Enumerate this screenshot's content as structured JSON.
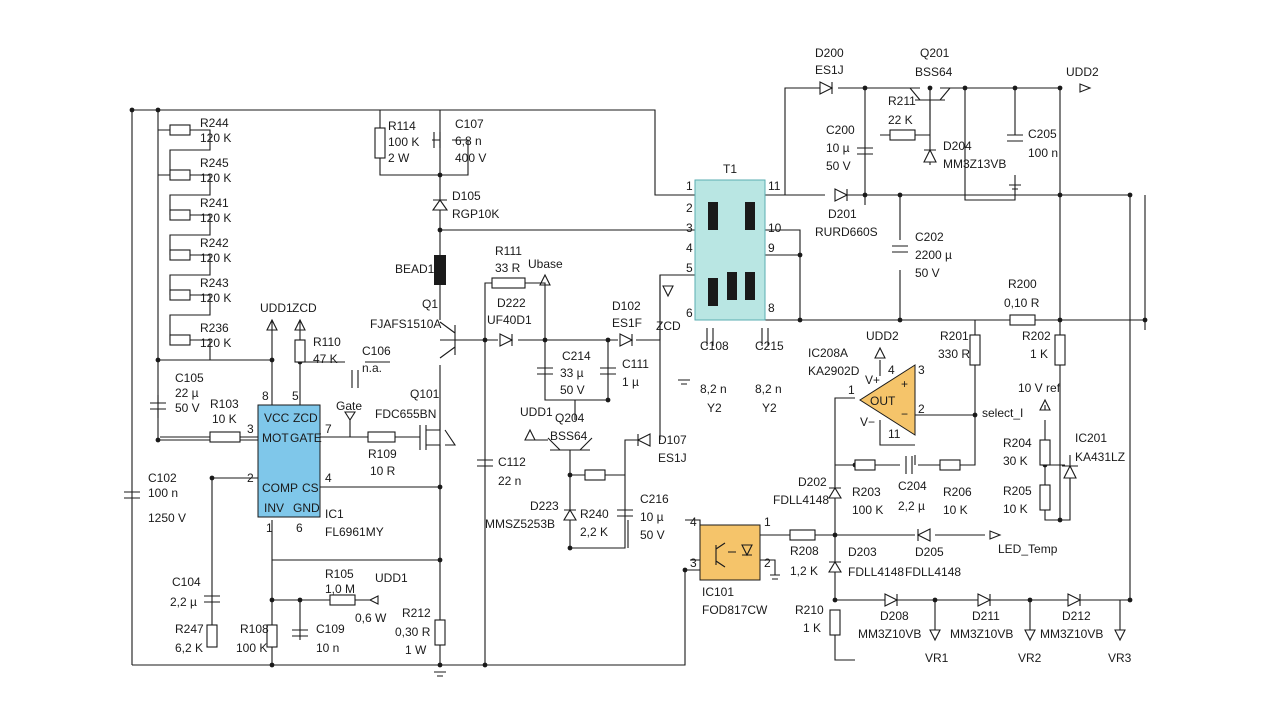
{
  "colors": {
    "wire": "#1a1a1a",
    "ic_fill": "#7fc7ea",
    "transformer_fill": "#b9e6e3",
    "opamp_fill": "#f5c46a",
    "optocoupler_fill": "#f5c46a",
    "background": "#ffffff"
  },
  "icons": {
    "ground": "ground-icon",
    "supply_arrow": "supply-arrow-icon",
    "diode": "diode-icon",
    "zener": "zener-diode-icon"
  },
  "components": {
    "r244": {
      "ref": "R244",
      "value": "120 K"
    },
    "r245": {
      "ref": "R245",
      "value": "120 K"
    },
    "r241": {
      "ref": "R241",
      "value": "120 K"
    },
    "r242": {
      "ref": "R242",
      "value": "120 K"
    },
    "r243": {
      "ref": "R243",
      "value": "120 K"
    },
    "r236": {
      "ref": "R236",
      "value": "120 K"
    },
    "c105": {
      "ref": "C105",
      "value": "22 µ",
      "rating": "50 V"
    },
    "r103": {
      "ref": "R103",
      "value": "10 K"
    },
    "c102": {
      "ref": "C102",
      "value": "100 n",
      "rating": "1250 V"
    },
    "c104": {
      "ref": "C104",
      "value": "2,2 µ"
    },
    "r247": {
      "ref": "R247",
      "value": "6,2 K"
    },
    "r108": {
      "ref": "R108",
      "value": "100 K"
    },
    "c109": {
      "ref": "C109",
      "value": "10 n"
    },
    "r105": {
      "ref": "R105",
      "value": "1,0 M",
      "rating": "0,6 W"
    },
    "r212": {
      "ref": "R212",
      "value": "0,30 R",
      "rating": "1 W"
    },
    "r110": {
      "ref": "R110",
      "value": "47 K"
    },
    "c106": {
      "ref": "C106",
      "value": "n.a."
    },
    "r109": {
      "ref": "R109",
      "value": "10 R"
    },
    "q101": {
      "ref": "Q101",
      "value": "FDC655BN"
    },
    "r114": {
      "ref": "R114",
      "value": "100 K",
      "rating": "2 W"
    },
    "c107": {
      "ref": "C107",
      "value": "6,8 n",
      "rating": "400 V"
    },
    "d105": {
      "ref": "D105",
      "value": "RGP10K"
    },
    "bead1": {
      "ref": "BEAD1"
    },
    "q1": {
      "ref": "Q1",
      "value": "FJAFS1510A"
    },
    "r111": {
      "ref": "R111",
      "value": "33 R"
    },
    "d222": {
      "ref": "D222",
      "value": "UF40D1"
    },
    "c214": {
      "ref": "C214",
      "value": "33 µ",
      "rating": "50 V"
    },
    "d102": {
      "ref": "D102",
      "value": "ES1F"
    },
    "c111": {
      "ref": "C111",
      "value": "1 µ"
    },
    "c112": {
      "ref": "C112",
      "value": "22 n"
    },
    "q204": {
      "ref": "Q204",
      "value": "BSS64"
    },
    "d107": {
      "ref": "D107",
      "value": "ES1J"
    },
    "d223": {
      "ref": "D223",
      "value": "MMSZ5253B"
    },
    "r240": {
      "ref": "R240",
      "value": "2,2 K"
    },
    "c216": {
      "ref": "C216",
      "value": "10 µ",
      "rating": "50 V"
    },
    "t1": {
      "ref": "T1"
    },
    "c108": {
      "ref": "C108",
      "value": "8,2 n",
      "rating": "Y2"
    },
    "c215": {
      "ref": "C215",
      "value": "8,2 n",
      "rating": "Y2"
    },
    "d200": {
      "ref": "D200",
      "value": "ES1J"
    },
    "q201": {
      "ref": "Q201",
      "value": "BSS64"
    },
    "r211": {
      "ref": "R211",
      "value": "22 K"
    },
    "c200": {
      "ref": "C200",
      "value": "10 µ",
      "rating": "50 V"
    },
    "d204": {
      "ref": "D204",
      "value": "MM3Z13VB"
    },
    "c205": {
      "ref": "C205",
      "value": "100 n"
    },
    "d201": {
      "ref": "D201",
      "value": "RURD660S"
    },
    "c202": {
      "ref": "C202",
      "value": "2200 µ",
      "rating": "50 V"
    },
    "r200": {
      "ref": "R200",
      "value": "0,10 R"
    },
    "r201": {
      "ref": "R201",
      "value": "330 R"
    },
    "r202": {
      "ref": "R202",
      "value": "1 K"
    },
    "ic208a": {
      "ref": "IC208A",
      "value": "KA2902D"
    },
    "d202": {
      "ref": "D202",
      "value": "FDLL4148"
    },
    "r203": {
      "ref": "R203",
      "value": "100 K"
    },
    "c204": {
      "ref": "C204",
      "value": "2,2 µ"
    },
    "r206": {
      "ref": "R206",
      "value": "10 K"
    },
    "r204": {
      "ref": "R204",
      "value": "30 K"
    },
    "r205": {
      "ref": "R205",
      "value": "10 K"
    },
    "ic201": {
      "ref": "IC201",
      "value": "KA431LZ"
    },
    "ic101": {
      "ref": "IC101",
      "value": "FOD817CW"
    },
    "r208": {
      "ref": "R208",
      "value": "1,2 K"
    },
    "d203": {
      "ref": "D203",
      "value": "FDLL4148"
    },
    "d205": {
      "ref": "D205",
      "value": "FDLL4148"
    },
    "r210": {
      "ref": "R210",
      "value": "1 K"
    },
    "d208": {
      "ref": "D208",
      "value": "MM3Z10VB"
    },
    "d211": {
      "ref": "D211",
      "value": "MM3Z10VB"
    },
    "d212": {
      "ref": "D212",
      "value": "MM3Z10VB"
    },
    "ic1": {
      "ref": "IC1",
      "value": "FL6961MY"
    }
  },
  "ic1_pins": {
    "vcc": "VCC",
    "zcd": "ZCD",
    "mot": "MOT",
    "gate": "GATE",
    "comp": "COMP",
    "cs": "CS",
    "inv": "INV",
    "gnd": "GND",
    "n8": "8",
    "n5": "5",
    "n3": "3",
    "n7": "7",
    "n2": "2",
    "n4": "4",
    "n1": "1",
    "n6": "6"
  },
  "opamp": {
    "out": "OUT",
    "vplus": "V+",
    "vminus": "V−",
    "plus": "+",
    "minus": "−",
    "n1": "1",
    "n2": "2",
    "n3": "3",
    "n4": "4",
    "n11": "11"
  },
  "opto": {
    "n1": "1",
    "n2": "2",
    "n3": "3",
    "n4": "4"
  },
  "transformer_pins": [
    "1",
    "2",
    "3",
    "4",
    "5",
    "6",
    "11",
    "10",
    "9",
    "8"
  ],
  "nets": {
    "udd1": "UDD1",
    "udd1_b": "UDD1",
    "udd1_c": "UDD1",
    "zcd_a": "ZCD",
    "zcd_b": "ZCD",
    "gate": "Gate",
    "ubase": "Ubase",
    "udd2_a": "UDD2",
    "udd2_b": "UDD2",
    "select_i": "select_I",
    "ref10v": "10 V ref",
    "led_temp": "LED_Temp",
    "vr1": "VR1",
    "vr2": "VR2",
    "vr3": "VR3"
  }
}
